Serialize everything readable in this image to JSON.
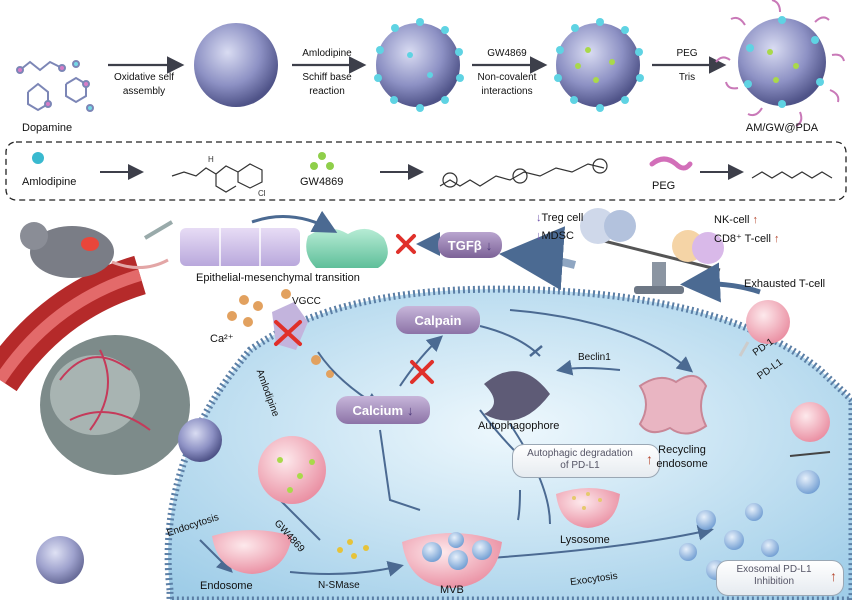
{
  "top_row": {
    "dopamine_label": "Dopamine",
    "step1_line1": "Oxidative self",
    "step1_line2": "assembly",
    "step2_line1": "Amlodipine",
    "step2_line2": "Schiff base",
    "step2_line3": "reaction",
    "step3_line1": "GW4869",
    "step3_line2": "Non-covalent",
    "step3_line3": "interactions",
    "step4_line1": "PEG",
    "step4_line2": "Tris",
    "product_label": "AM/GW@PDA"
  },
  "legend": {
    "amlodipine": "Amlodipine",
    "gw4869": "GW4869",
    "peg": "PEG"
  },
  "mechanism": {
    "treg": "Treg cell",
    "mdsc": "MDSC",
    "tgfb": "TGFβ",
    "nk_cell": "NK-cell",
    "cd8": "CD8⁺ T-cell",
    "emt": "Epithelial-mesenchymal transition",
    "exhausted_t": "Exhausted T-cell",
    "pd1": "PD-1",
    "pdl1": "PD-L1",
    "vgcc": "VGCC",
    "ca": "Ca²⁺",
    "calpain": "Calpain",
    "beclin": "Beclin1",
    "calcium": "Calcium",
    "autophagophore": "Autophagophore",
    "amlodipine_side": "Amlodipine",
    "autophagic_line1": "Autophagic degradation",
    "autophagic_line2": "of PD-L1",
    "recycling_line1": "Recycling",
    "recycling_line2": "endosome",
    "lysosome": "Lysosome",
    "endocytosis": "Endocytosis",
    "gw4869_side": "GW4869",
    "endosome": "Endosome",
    "nsmase": "N-SMase",
    "mvb": "MVB",
    "exocytosis": "Exocytosis",
    "exosomal_line1": "Exosomal PD-L1",
    "exosomal_line2": "Inhibition"
  },
  "colors": {
    "cell_membrane": "#5b7fa6",
    "cell_inside": "#cfe8f5",
    "pill_purple": "#8e6fa8",
    "red_cross": "#e0302a",
    "vessel": "#b52a2a"
  }
}
